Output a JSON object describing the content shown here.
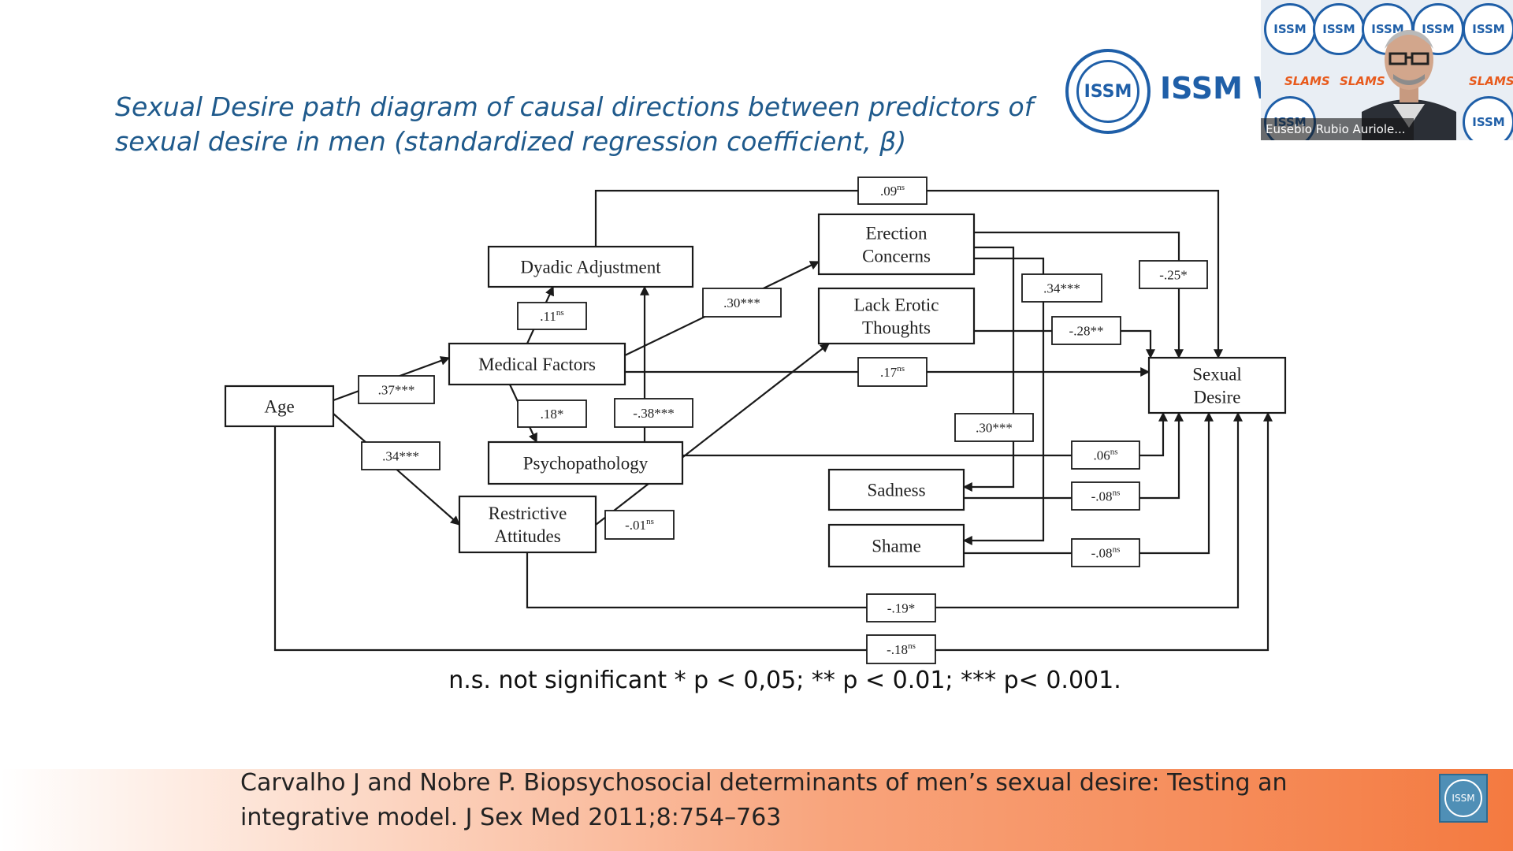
{
  "slide": {
    "title": {
      "line1": "Sexual Desire path diagram of causal directions between predictors of",
      "line2": "sexual desire in men (standardized regression coefficient, β)"
    },
    "footnote": "n.s. not significant * p < 0,05; ** p < 0.01; *** p< 0.001.",
    "reference": {
      "line1": "Carvalho J and Nobre P. Biopsychosocial determinants of men’s sexual desire: Testing an",
      "line2": "integrative model. J Sex Med 2011;8:754–763"
    },
    "brand": {
      "text": "ISSM W",
      "seal": "ISSM"
    },
    "corner_logo": "ISSM"
  },
  "diagram": {
    "nodes": [
      {
        "id": "age",
        "lines": [
          "Age"
        ]
      },
      {
        "id": "medical",
        "lines": [
          "Medical Factors"
        ]
      },
      {
        "id": "dyadic",
        "lines": [
          "Dyadic Adjustment"
        ]
      },
      {
        "id": "psycho",
        "lines": [
          "Psychopathology"
        ]
      },
      {
        "id": "restrictive",
        "lines": [
          "Restrictive",
          "Attitudes"
        ]
      },
      {
        "id": "erection",
        "lines": [
          "Erection",
          "Concerns"
        ]
      },
      {
        "id": "lack",
        "lines": [
          "Lack Erotic",
          "Thoughts"
        ]
      },
      {
        "id": "sadness",
        "lines": [
          "Sadness"
        ]
      },
      {
        "id": "shame",
        "lines": [
          "Shame"
        ]
      },
      {
        "id": "desire",
        "lines": [
          "Sexual",
          "Desire"
        ]
      }
    ],
    "coefficients": [
      {
        "id": "age-medical",
        "value": ".37",
        "sig": "***"
      },
      {
        "id": "age-restrictive",
        "value": ".34",
        "sig": "***"
      },
      {
        "id": "medical-dyadic",
        "value": ".11",
        "sig": "ns"
      },
      {
        "id": "medical-psycho",
        "value": ".18",
        "sig": "*"
      },
      {
        "id": "psycho-dyadic",
        "value": "-.38",
        "sig": "***"
      },
      {
        "id": "medical-erection",
        "value": ".30",
        "sig": "***"
      },
      {
        "id": "medical-desire",
        "value": ".17",
        "sig": "ns"
      },
      {
        "id": "dyadic-desire",
        "value": ".09",
        "sig": "ns"
      },
      {
        "id": "restrictive-lack",
        "value": "-.01",
        "sig": "ns"
      },
      {
        "id": "erection-shame",
        "value": ".34",
        "sig": "***"
      },
      {
        "id": "erection-sadness",
        "value": ".30",
        "sig": "***"
      },
      {
        "id": "erection-desire",
        "value": "-.25",
        "sig": "*"
      },
      {
        "id": "lack-desire",
        "value": "-.28",
        "sig": "**"
      },
      {
        "id": "psycho-desire",
        "value": ".06",
        "sig": "ns"
      },
      {
        "id": "sadness-desire",
        "value": "-.08",
        "sig": "ns"
      },
      {
        "id": "shame-desire",
        "value": "-.08",
        "sig": "ns"
      },
      {
        "id": "restrictive-desire",
        "value": "-.19",
        "sig": "*"
      },
      {
        "id": "age-desire",
        "value": "-.18",
        "sig": "ns"
      }
    ]
  },
  "video": {
    "speaker_name": "Eusebio Rubio Auriole...",
    "logo_text": "ISSM",
    "slams_text": "SLAMS"
  }
}
